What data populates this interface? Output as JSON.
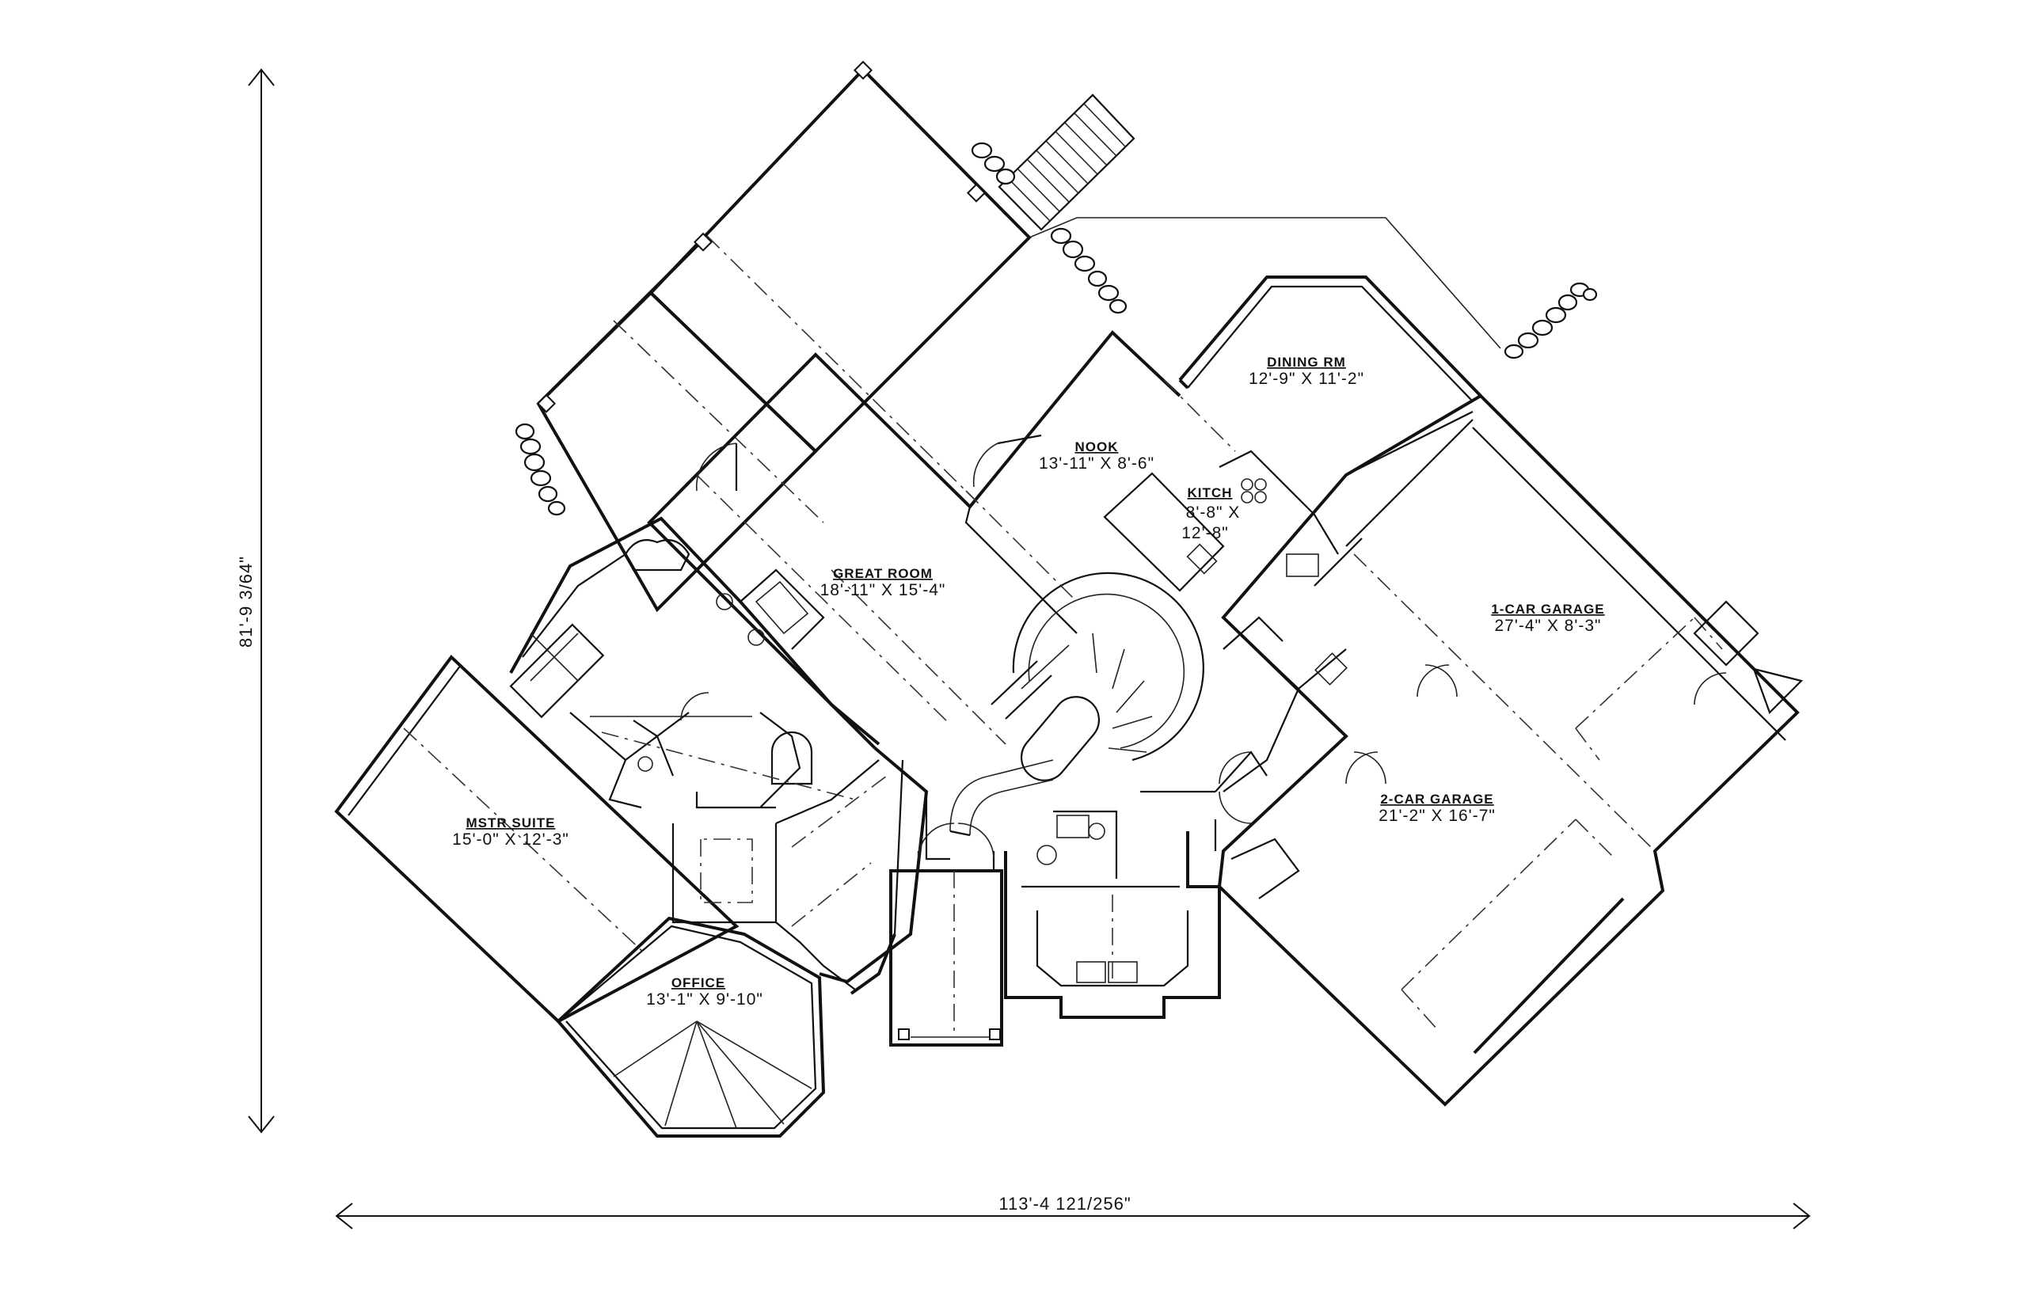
{
  "overall_dimensions": {
    "width": "113'-4 121/256\"",
    "depth": "81'-9 3/64\""
  },
  "rooms": [
    {
      "id": "dining",
      "name": "DINING RM",
      "size": "12'-9\" X 11'-2\""
    },
    {
      "id": "nook",
      "name": "NOOK",
      "size": "13'-11\" X 8'-6\""
    },
    {
      "id": "kitchen",
      "name": "KITCH",
      "size_line1": "8'-8\" X",
      "size_line2": "12'-8\""
    },
    {
      "id": "great-room",
      "name": "GREAT ROOM",
      "size": "18'-11\" X 15'-4\""
    },
    {
      "id": "garage-1",
      "name": "1-CAR GARAGE",
      "size": "27'-4\" X 8'-3\""
    },
    {
      "id": "garage-2",
      "name": "2-CAR GARAGE",
      "size": "21'-2\" X 16'-7\""
    },
    {
      "id": "master-suite",
      "name": "MSTR SUITE",
      "size": "15'-0\" X 12'-3\""
    },
    {
      "id": "office",
      "name": "OFFICE",
      "size": "13'-1\" X 9'-10\""
    }
  ]
}
